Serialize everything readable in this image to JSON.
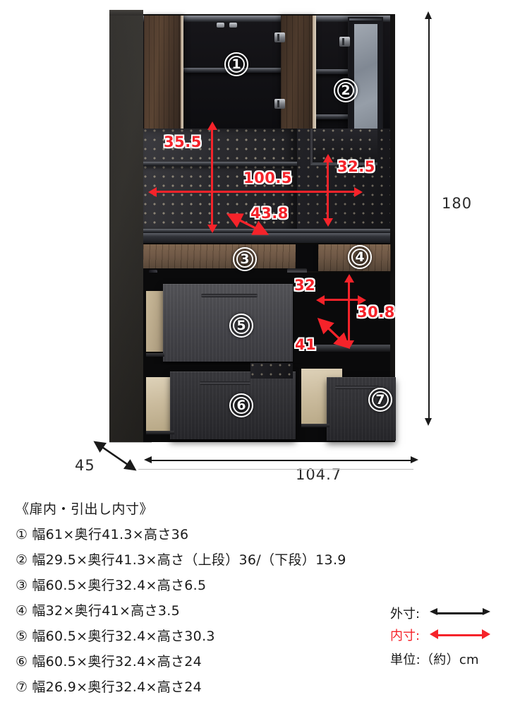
{
  "product": {
    "outer_dimensions": {
      "height": "180",
      "width": "104.7",
      "depth": "45"
    },
    "inner_dimensions": [
      {
        "label": "35.5",
        "orientation": "vertical",
        "name": "pegboard-height"
      },
      {
        "label": "100.5",
        "orientation": "horizontal",
        "name": "open-shelf-width"
      },
      {
        "label": "43.8",
        "orientation": "diagonal",
        "name": "open-shelf-depth"
      },
      {
        "label": "32.5",
        "orientation": "vertical",
        "name": "right-shelf-height"
      },
      {
        "label": "32",
        "orientation": "horizontal",
        "name": "right-lower-width"
      },
      {
        "label": "30.8",
        "orientation": "vertical",
        "name": "right-lower-height"
      },
      {
        "label": "41",
        "orientation": "diagonal",
        "name": "right-lower-depth"
      }
    ]
  },
  "callouts": [
    {
      "id": "1",
      "glyph": "①"
    },
    {
      "id": "2",
      "glyph": "②"
    },
    {
      "id": "3",
      "glyph": "③"
    },
    {
      "id": "4",
      "glyph": "④"
    },
    {
      "id": "5",
      "glyph": "⑤"
    },
    {
      "id": "6",
      "glyph": "⑥"
    },
    {
      "id": "7",
      "glyph": "⑦"
    }
  ],
  "spec": {
    "heading": "《扉内・引出し内寸》",
    "rows": [
      {
        "num": "①",
        "text": "幅61×奥行41.3×高さ36"
      },
      {
        "num": "②",
        "text": "幅29.5×奥行41.3×高さ（上段）36/（下段）13.9"
      },
      {
        "num": "③",
        "text": "幅60.5×奥行32.4×高さ6.5"
      },
      {
        "num": "④",
        "text": "幅32×奥行41×高さ3.5"
      },
      {
        "num": "⑤",
        "text": "幅60.5×奥行32.4×高さ30.3"
      },
      {
        "num": "⑥",
        "text": "幅60.5×奥行32.4×高さ24"
      },
      {
        "num": "⑦",
        "text": "幅26.9×奥行32.4×高さ24"
      }
    ]
  },
  "legend": {
    "outer_label": "外寸:",
    "inner_label": "内寸:",
    "unit_note": "単位:（約）cm"
  },
  "colors": {
    "inner_dim_red": "#f5232a",
    "outer_dim_black": "#1a1a1a",
    "cabinet_body": "#2a2825",
    "page_background": "#ffffff"
  }
}
